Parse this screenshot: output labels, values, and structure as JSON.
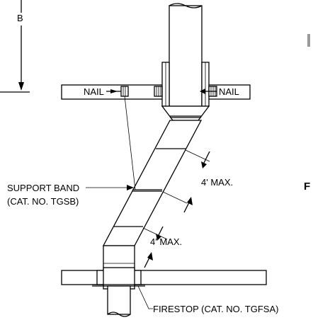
{
  "labels": {
    "dimension_b": "B",
    "nail_left": "NAIL",
    "nail_right": "NAIL",
    "support_band_line1": "SUPPORT BAND",
    "support_band_line2": "(CAT. NO. TGSB)",
    "max_upper": "4' MAX.",
    "max_lower": "4' MAX.",
    "firestop": "FIRESTOP (CAT. NO. TGFSA)",
    "partial_letter": "F"
  }
}
